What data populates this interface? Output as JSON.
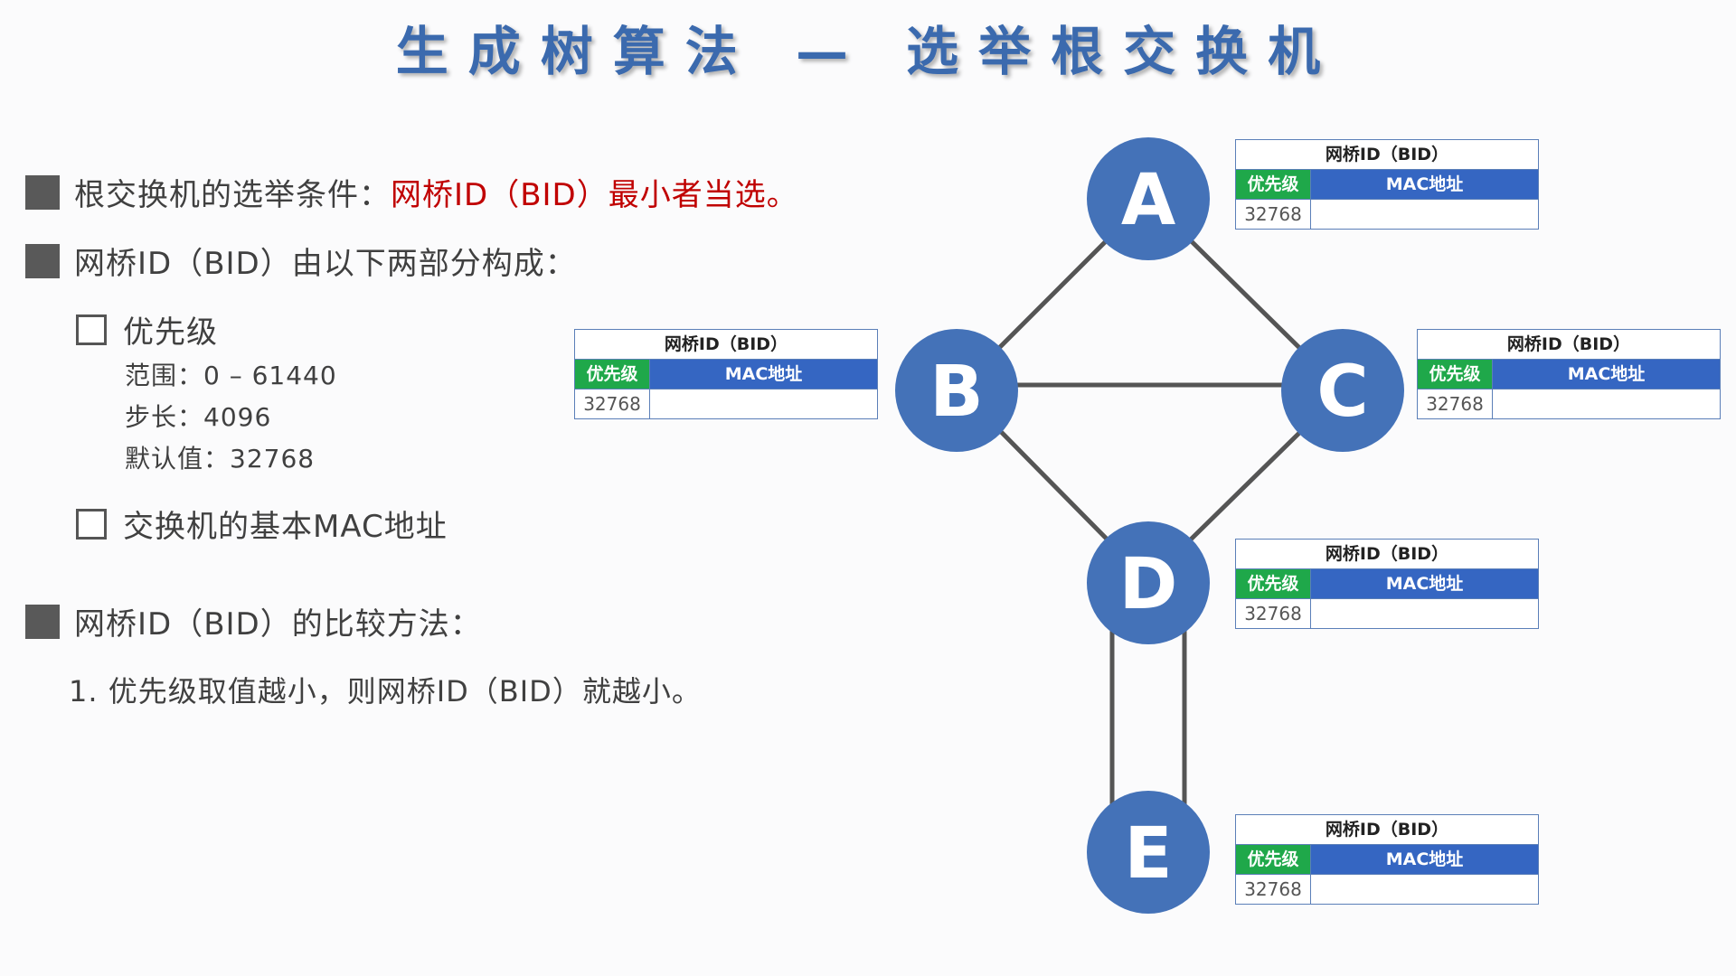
{
  "title": "生成树算法 — 选举根交换机",
  "left": {
    "bullet1_prefix": "根交换机的选举条件：",
    "bullet1_highlight": "网桥ID（BID）最小者当选。",
    "bullet2": "网桥ID（BID）由以下两部分构成：",
    "sub1": "优先级",
    "sub1_lines": [
      "范围：0 – 61440",
      "步长：4096",
      "默认值：32768"
    ],
    "sub2": "交换机的基本MAC地址",
    "bullet3": "网桥ID（BID）的比较方法：",
    "rule1": "1. 优先级取值越小，则网桥ID（BID）就越小。"
  },
  "colors": {
    "title": "#3b6aae",
    "highlight": "#c00000",
    "node": "#4472b8",
    "priority_header": "#1fa84a",
    "mac_header": "#3566c2",
    "link": "#555555"
  },
  "bid_table": {
    "header": "网桥ID（BID）",
    "priority_label": "优先级",
    "mac_label": "MAC地址"
  },
  "nodes": [
    {
      "id": "A",
      "priority": "32768"
    },
    {
      "id": "B",
      "priority": "32768"
    },
    {
      "id": "C",
      "priority": "32768"
    },
    {
      "id": "D",
      "priority": "32768"
    },
    {
      "id": "E",
      "priority": "32768"
    }
  ],
  "links": [
    [
      "A",
      "B"
    ],
    [
      "A",
      "C"
    ],
    [
      "B",
      "C"
    ],
    [
      "B",
      "D"
    ],
    [
      "C",
      "D"
    ],
    [
      "D",
      "E"
    ],
    [
      "D",
      "E"
    ]
  ]
}
